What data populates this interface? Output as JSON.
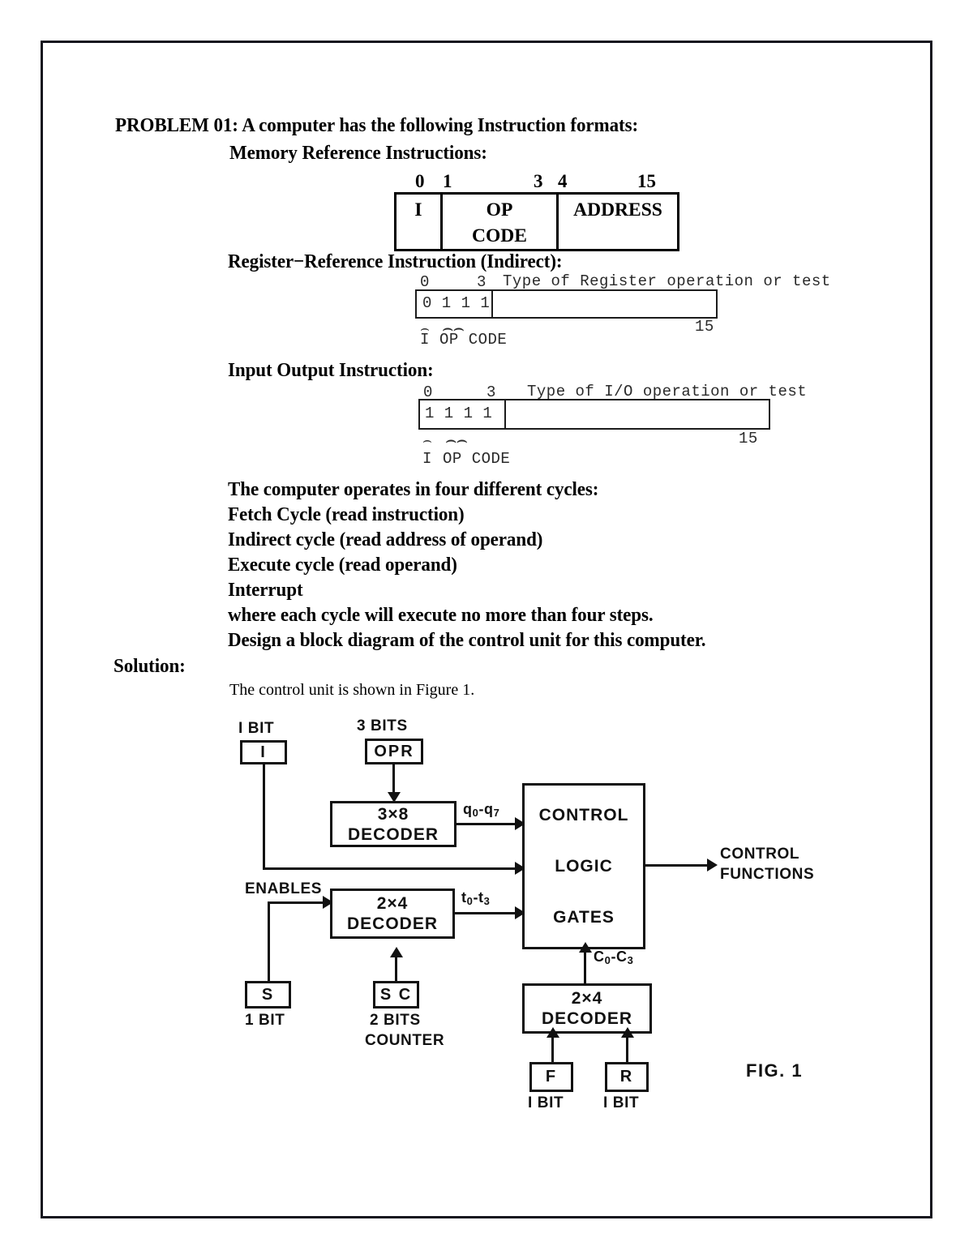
{
  "document": {
    "problem_heading": "PROBLEM 01: A computer has the following Instruction formats:",
    "mri_heading": "Memory Reference Instructions:",
    "rri_heading": "Register−Reference Instruction (Indirect):",
    "ioi_heading": "Input Output Instruction:",
    "solution_label": "Solution:",
    "figure_caption": "The control unit is shown in Figure 1.",
    "cycles": [
      "The computer operates in four different cycles:",
      "Fetch Cycle (read instruction)",
      "Indirect cycle (read address of operand)",
      "Execute cycle (read operand)",
      "Interrupt",
      "where each cycle will execute no more than four steps.",
      "Design a block diagram of the control unit for this computer."
    ]
  },
  "memory_reference_instruction": {
    "bit_ticks": [
      "0",
      "1",
      "3",
      "4",
      "15"
    ],
    "fields": [
      {
        "label": "I",
        "label2": ""
      },
      {
        "label": "OP",
        "label2": "CODE"
      },
      {
        "label": "ADDRESS",
        "label2": ""
      }
    ]
  },
  "register_reference_instruction": {
    "tick_start": "0",
    "tick_mid": "3",
    "tick_end": "15",
    "caption": "Type of Register operation or test",
    "bits": "0 1 1 1",
    "brace_i": "⏟",
    "brace_op": "⏟",
    "legend_i": "I",
    "legend_op": "OP CODE"
  },
  "io_instruction": {
    "tick_start": "0",
    "tick_mid": "3",
    "tick_end": "15",
    "caption": "Type of I/O operation or test",
    "bits": "1 1 1 1",
    "legend_i": "I",
    "legend_op": "OP CODE"
  },
  "figure": {
    "name": "FIG. 1",
    "blocks": {
      "i_register": "I",
      "i_register_bits": "I BIT",
      "opr_register": "OPR",
      "opr_register_bits": "3 BITS",
      "decoder_3x8_l1": "3×8",
      "decoder_3x8_l2": "DECODER",
      "decoder_2x4_left_l1": "2×4",
      "decoder_2x4_left_l2": "DECODER",
      "decoder_2x4_bottom_l1": "2×4",
      "decoder_2x4_bottom_l2": "DECODER",
      "control_logic_l1": "CONTROL",
      "control_logic_l2": "LOGIC",
      "control_logic_l3": "GATES",
      "sc_register": "S C",
      "sc_bits_l1": "2 BITS",
      "sc_bits_l2": "COUNTER",
      "s_register": "S",
      "s_bits": "1 BIT",
      "f_register": "F",
      "f_bits": "I BIT",
      "r_register": "R",
      "r_bits": "I BIT"
    },
    "signals": {
      "q_bus": "q0-q7",
      "q_bus_base": "q",
      "q_bus_sub1": "0",
      "q_bus_mid": "-q",
      "q_bus_sub2": "7",
      "t_bus_base": "t",
      "t_bus_sub1": "0",
      "t_bus_mid": "-t",
      "t_bus_sub2": "3",
      "c_bus_base": "C",
      "c_bus_sub1": "0",
      "c_bus_mid": "-C",
      "c_bus_sub2": "3",
      "enables": "ENABLES",
      "output_l1": "CONTROL",
      "output_l2": "FUNCTIONS"
    }
  }
}
